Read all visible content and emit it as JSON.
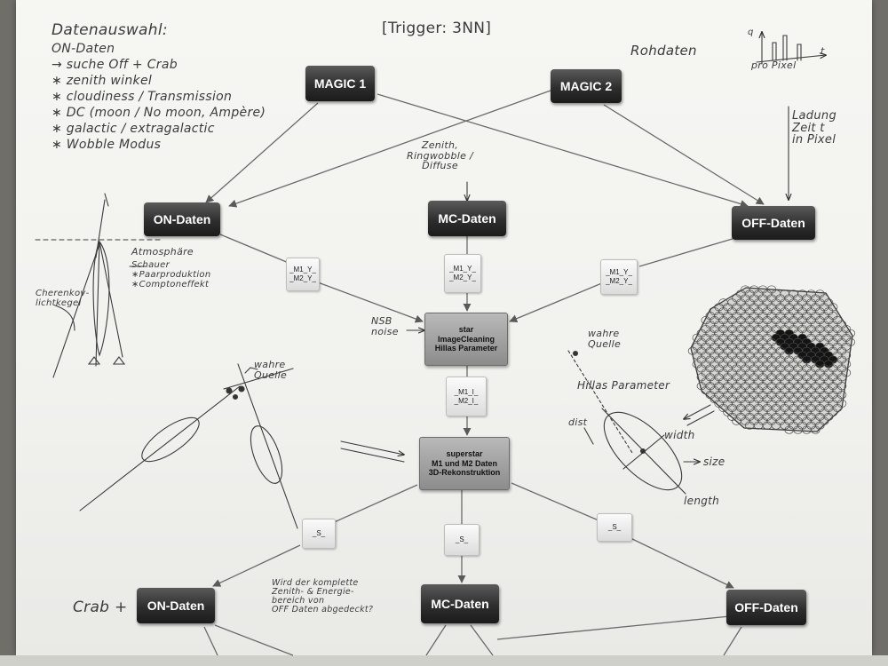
{
  "header": {
    "trigger_note": "[Trigger: 3NN]",
    "rohdaten_label": "Rohdaten",
    "sketch_axis_label": "q",
    "sketch_pro_pixel": "pro Pixel",
    "sketch_t_label": "t",
    "ladung_note": "Ladung\nZeit t\nin Pixel"
  },
  "notes": {
    "datenauswahl_title": "Datenauswahl:",
    "datenauswahl_lines": [
      "ON-Daten",
      "→ suche Off + Crab",
      "∗ zenith winkel",
      "∗ cloudiness / Transmission",
      "∗ DC (moon / No moon, Ampère)",
      "∗ galactic / extragalactic",
      "∗ Wobble Modus"
    ],
    "mc_note": "Zenith,\nRingwobble /\nDiffuse",
    "nsb_note": "NSB\nnoise",
    "atmosphaere": "Atmosphäre",
    "schauer_lines": [
      "Schauer",
      "∗Paarproduktion",
      "∗Comptoneffekt"
    ],
    "cherenkov_note": "Cherenkov-\nlichtkegel",
    "wahre_quelle_left": "wahre\nQuelle",
    "wahre_quelle_right": "wahre\nQuelle",
    "hillas_title": "Hillas Parameter",
    "hillas_width": "width",
    "hillas_size": "size",
    "hillas_length": "length",
    "hillas_dist": "dist",
    "crab_plus": "Crab +",
    "bottom_question": "Wird der komplette\nZenith- & Energie-\nbereich von\nOFF Daten abgedeckt?"
  },
  "diagram": {
    "magic1": "MAGIC 1",
    "magic2": "MAGIC 2",
    "on_daten": "ON-Daten",
    "mc_daten": "MC-Daten",
    "off_daten": "OFF-Daten",
    "tag_on": "_M1_Y_\n_M2_Y_",
    "tag_mc": "_M1_Y_\n_M2_Y_",
    "tag_off": "_M1_Y_\n_M2_Y_",
    "star_box": "star\nImageCleaning\nHillas Parameter",
    "tag_star": "_M1_I_\n_M2_I_",
    "superstar_box": "superstar\nM1 und M2 Daten\n3D-Rekonstruktion",
    "tag_s_left": "_S_",
    "tag_s_mid": "_S_",
    "tag_s_right": "_S_",
    "on_daten_2": "ON-Daten",
    "mc_daten_2": "MC-Daten",
    "off_daten_2": "OFF-Daten"
  },
  "colors": {
    "paper": "#f3f3f0",
    "node_dark": "#262626",
    "process_box": "#9a9a9a",
    "pen": "#3b3b3b"
  }
}
